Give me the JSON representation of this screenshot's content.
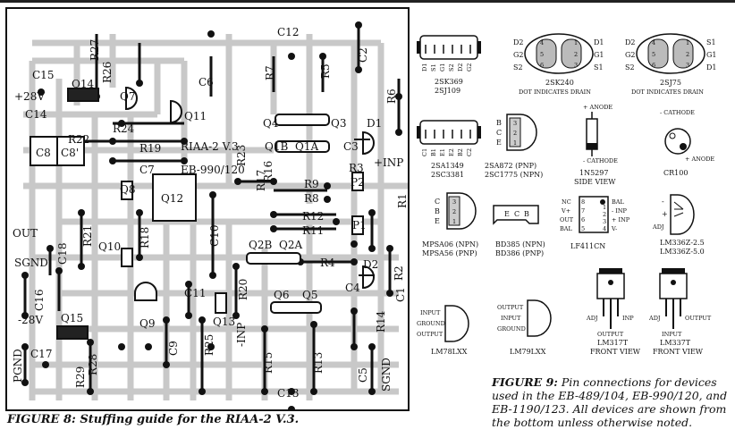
{
  "figure8": {
    "caption": "FIGURE 8: Stuffing guide for the RIAA-2 V.3.",
    "board_text": [
      "RIAA-2  V.3",
      "EB-990/120"
    ],
    "labels": [
      "C12",
      "R27",
      "R26",
      "C15",
      "+28V",
      "Q14",
      "C14",
      "R7",
      "R5",
      "C2",
      "R6",
      "Q7",
      "C6",
      "Q11",
      "R24",
      "Q4",
      "Q3",
      "D1",
      "R22",
      "C8",
      "C8'",
      "R19",
      "Q1B",
      "Q1A",
      "C3",
      "+INP",
      "R23",
      "C7",
      "R16",
      "R17",
      "R3",
      "Q8",
      "Q12",
      "R9",
      "R8",
      "P2",
      "OUT",
      "R21",
      "C10",
      "R12",
      "R11",
      "P1",
      "R1",
      "SGND",
      "C18",
      "Q10",
      "R18",
      "Q2B",
      "Q2A",
      "R4",
      "D2",
      "C16",
      "C11",
      "R20",
      "Q6",
      "Q5",
      "C4",
      "R2",
      "C1",
      "-28V",
      "Q9",
      "Q13",
      "-INP",
      "R14",
      "Q15",
      "C9",
      "R25",
      "R15",
      "R13",
      "PGND",
      "C17",
      "R28",
      "R29",
      "C5",
      "C13",
      "SGND"
    ]
  },
  "figure9": {
    "caption_bold": "FIGURE 9:",
    "caption_rest": " Pin connections for devices used in the EB-489/104, EB-990/120, and EB-1190/123. All devices are shown from the bottom unless otherwise noted.",
    "devices": {
      "d2sk369": {
        "names": [
          "2SK369",
          "2SJ109"
        ],
        "pins": [
          "D1",
          "S1",
          "G1",
          "S2",
          "D2",
          "G2"
        ]
      },
      "d2sk240": {
        "name": "2SK240",
        "note": "DOT INDICATES DRAIN",
        "left": [
          "D2",
          "G2",
          "S2"
        ],
        "right": [
          "D1",
          "G1",
          "S1"
        ],
        "lnum": [
          "4",
          "5",
          "6"
        ],
        "rnum": [
          "1",
          "2",
          "3"
        ]
      },
      "d2sj75": {
        "name": "2SJ75",
        "note": "DOT INDICATES DRAIN",
        "left": [
          "D2",
          "G2",
          "S2"
        ],
        "right": [
          "S1",
          "G1",
          "D1"
        ],
        "lnum": [
          "4",
          "5",
          "6"
        ],
        "rnum": [
          "1",
          "2",
          "3"
        ]
      },
      "d2sa1349": {
        "names": [
          "2SA1349",
          "2SC3381"
        ],
        "pins": [
          "C1",
          "B1",
          "E1",
          "E2",
          "B2",
          "C2"
        ]
      },
      "d2sa872": {
        "names": [
          "2SA872 (PNP)",
          "2SC1775 (NPN)"
        ],
        "pins": [
          "B",
          "C",
          "E"
        ],
        "nums": [
          "3",
          "2",
          "1"
        ]
      },
      "d1n5297": {
        "names": [
          "1N5297",
          "SIDE VIEW"
        ],
        "anode": "+ ANODE",
        "cathode": "- CATHODE"
      },
      "dcr100": {
        "name": "CR100",
        "cathode": "- CATHODE",
        "anode": "+ ANODE"
      },
      "dmpsa": {
        "names": [
          "MPSA06 (NPN)",
          "MPSA56 (PNP)"
        ],
        "pins": [
          "C",
          "B",
          "E"
        ],
        "nums": [
          "3",
          "2",
          "1"
        ]
      },
      "dbd385": {
        "names": [
          "BD385 (NPN)",
          "BD386 (PNP)"
        ],
        "pins": [
          "E",
          "C",
          "B"
        ]
      },
      "dlf411": {
        "name": "LF411CN",
        "left": [
          "NC",
          "V+",
          "OUT",
          "BAL"
        ],
        "lnum": [
          "8",
          "7",
          "6",
          "5"
        ],
        "right": [
          "BAL",
          "- INP",
          "+ INP",
          "V-"
        ],
        "rnum": [
          "1",
          "2",
          "3",
          "4"
        ]
      },
      "dlm336": {
        "names": [
          "LM336Z-2.5",
          "LM336Z-5.0"
        ],
        "pins": [
          "-",
          "+",
          "ADJ"
        ]
      },
      "dlm78": {
        "name": "LM78LXX",
        "pins": [
          "INPUT",
          "GROUND",
          "OUTPUT"
        ]
      },
      "dlm79": {
        "name": "LM79LXX",
        "pins": [
          "OUTPUT",
          "INPUT",
          "GROUND"
        ]
      },
      "dlm317": {
        "names": [
          "LM317T",
          "FRONT VIEW"
        ],
        "pins": [
          "ADJ",
          "INP",
          "OUTPUT"
        ]
      },
      "dlm337": {
        "names": [
          "LM337T",
          "FRONT VIEW"
        ],
        "pins": [
          "ADJ",
          "OUTPUT",
          "INPUT"
        ]
      }
    }
  }
}
